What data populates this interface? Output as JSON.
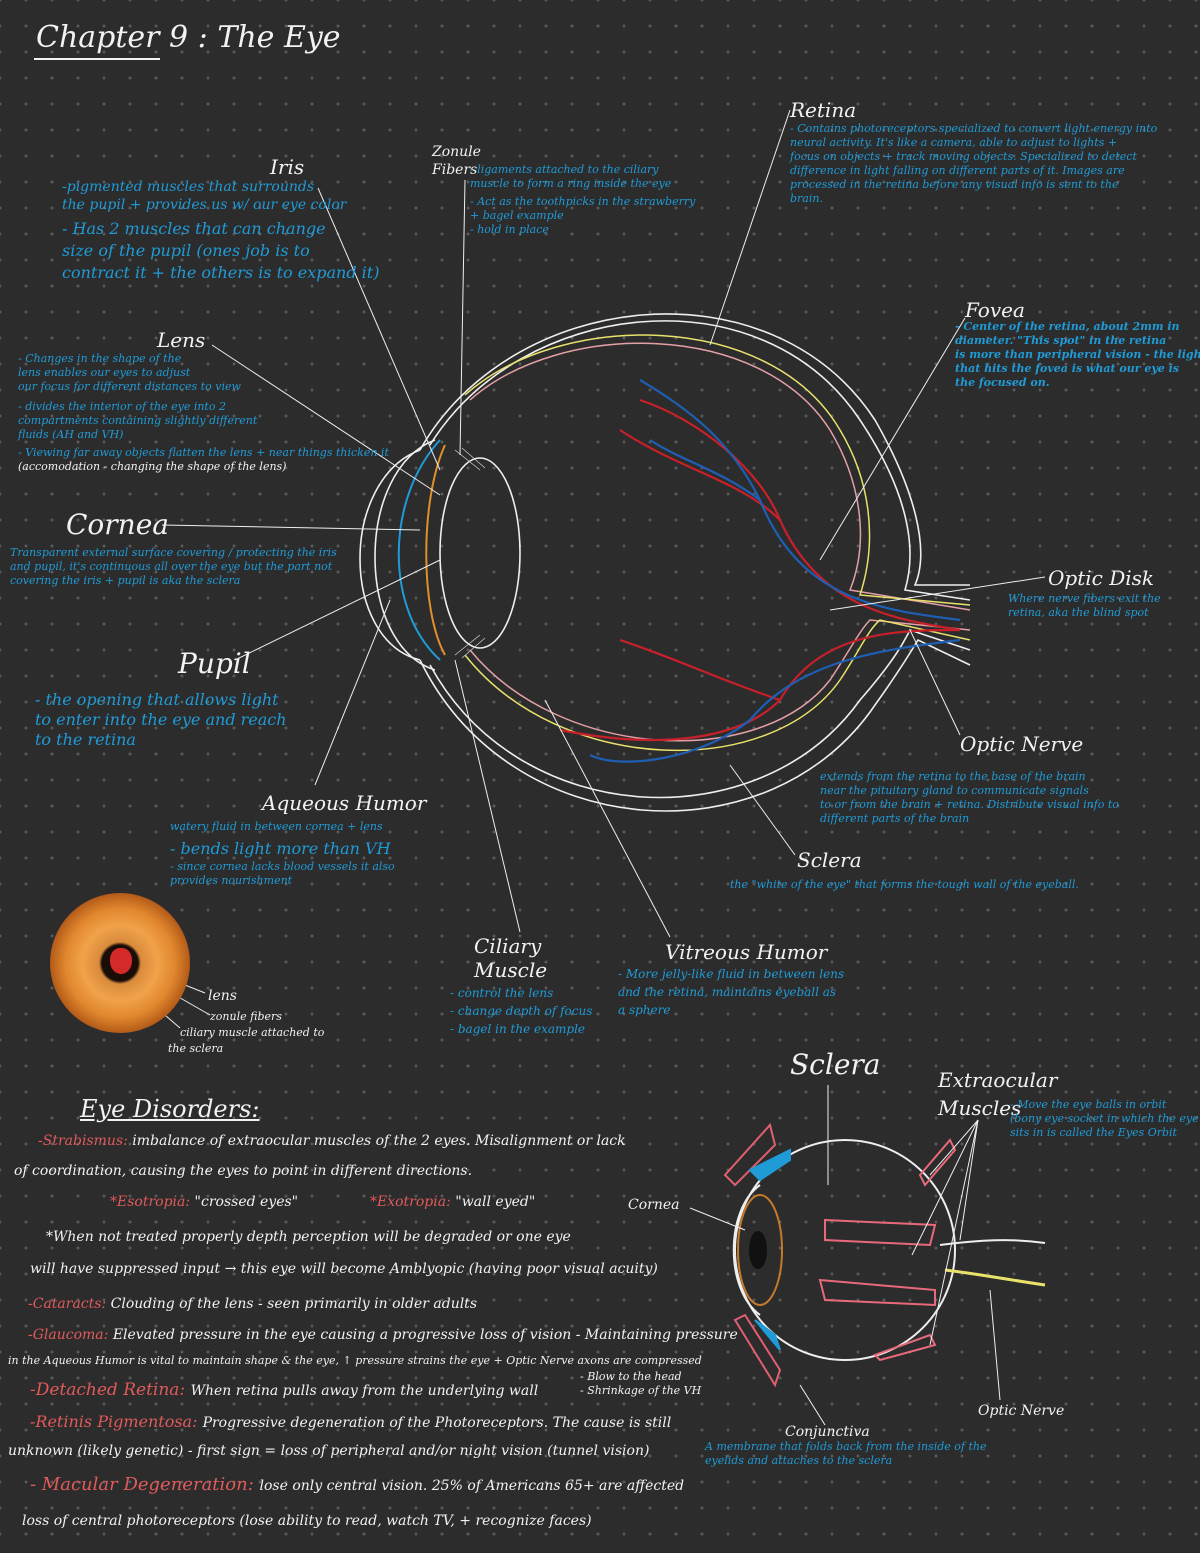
{
  "title": "Chapter 9 : The Eye",
  "colors": {
    "label": "#f2f2f2",
    "note": "#1f9bd6",
    "disorder": "#e05a5a",
    "vein": "#1e5fb3",
    "artery": "#c8202a",
    "retina_line": "#e8e26a"
  },
  "labels": {
    "iris": "Iris",
    "zonule": "Zonule Fibers",
    "retina": "Retina",
    "fovea": "Fovea",
    "lens": "Lens",
    "cornea": "Cornea",
    "pupil": "Pupil",
    "optic_disk": "Optic Disk",
    "optic_nerve": "Optic Nerve",
    "aqueous": "Aqueous Humor",
    "sclera": "Sclera",
    "ciliary": "Ciliary Muscle",
    "vitreous": "Vitreous Humor"
  },
  "notes": {
    "iris": [
      "-pigmented muscles that surrounds",
      "the pupil + provides us w/ our eye color",
      "- Has 2 muscles that can change",
      "size of the pupil (ones job is to",
      "contract it + the others is to expand it)"
    ],
    "zonule": [
      "- ligaments attached to the ciliary",
      "muscle to form a ring inside the eye",
      "- Act as the toothpicks in the strawberry",
      "+ bagel example",
      "- hold in place"
    ],
    "retina": [
      "- Contains photoreceptors specialized to convert light energy into",
      "neural activity. It's like a camera, able to adjust to lights +",
      "focus on objects + track moving objects. Specialized to detect",
      "difference in light falling on different parts of it. Images are",
      "processed in the retina before any visual info is sent to the",
      "brain."
    ],
    "fovea": [
      "- Center of the retina, about 2mm in",
      "diameter. \"This spot\" in the retina",
      "is more than peripheral vision - the light",
      "that hits the fovea is what our eye is",
      "the focused on."
    ],
    "lens": [
      "- Changes in the shape of the",
      "lens enables our eyes to adjust",
      "our focus for different distances to view",
      "- divides the interior of the eye into 2",
      "compartments containing slightly different",
      "fluids (AH and VH)",
      "- Viewing far away objects flatten the lens + near things thicken it",
      "(accomodation - changing the shape of the lens)"
    ],
    "cornea": [
      "Transparent external surface covering / protecting the iris",
      "and pupil, it's continuous all over the eye but the part not",
      "covering the iris + pupil is aka the sclera"
    ],
    "pupil": [
      "- the opening that allows light",
      "to enter into the eye and reach",
      "to the retina"
    ],
    "optic_disk": [
      "Where nerve fibers exit the",
      "retina, aka the blind spot"
    ],
    "optic_nerve": [
      "extends from the retina to the base of the brain",
      "near the pituitary gland to communicate signals",
      "to or from the brain + retina. Distribute visual info to",
      "different parts of the brain"
    ],
    "aqueous": [
      "watery fluid in between cornea + lens",
      "- bends light more than VH",
      "- since cornea lacks blood vessels it also",
      "provides nourishment"
    ],
    "sclera": [
      "the \"white of the eye\" that forms the tough wall of the eyeball."
    ],
    "ciliary": [
      "- control the lens",
      "- change depth of focus",
      "- bagel in the example"
    ],
    "vitreous": [
      "- More jelly-like fluid in between lens",
      "and the retina, maintains eyeball as",
      "a sphere"
    ]
  },
  "bagel_labels": {
    "lens": "lens",
    "zonule": "zonule fibers",
    "ciliary": "ciliary muscle attached to",
    "sclera": "the sclera"
  },
  "disorders": {
    "heading": "Eye Disorders:",
    "strabismus_term": "-Strabismus:",
    "strabismus_text": "imbalance of extraocular muscles of the 2 eyes. Misalignment or lack",
    "strabismus_text2": "of coordination, causing the eyes to point in different directions.",
    "esotropia_term": "*Esotropia:",
    "esotropia_text": "\"crossed eyes\"",
    "exotropia_term": "*Exotropia:",
    "exotropia_text": "\"wall eyed\"",
    "strabismus_note1": "*When not treated properly depth perception will be degraded or one eye",
    "strabismus_note2": "will have suppressed input → this eye will become Amblyopic (having poor visual acuity)",
    "cataracts_term": "-Cataracts:",
    "cataracts_text": "Clouding of the lens - seen primarily in older adults",
    "glaucoma_term": "-Glaucoma:",
    "glaucoma_text": "Elevated pressure in the eye causing a progressive loss of vision - Maintaining pressure",
    "glaucoma_text2": "in the Aqueous Humor is vital to maintain shape & the eye, ↑ pressure strains the eye + Optic Nerve axons are compressed",
    "detached_term": "-Detached Retina:",
    "detached_text": "When retina pulls away from the underlying wall",
    "detached_note1": "- Blow to the head",
    "detached_note2": "- Shrinkage of the VH",
    "rp_term": "-Retinis Pigmentosa:",
    "rp_text": "Progressive degeneration of the Photoreceptors. The cause is still",
    "rp_text2": "unknown (likely genetic) - first sign = loss of peripheral and/or night vision (tunnel vision)",
    "md_term": "- Macular Degeneration:",
    "md_text": "lose only central vision. 25% of Americans 65+ are affected",
    "md_text2": "loss of central photoreceptors (lose ability to read, watch TV, + recognize faces)"
  },
  "small_eye": {
    "sclera": "Sclera",
    "extraocular": "Extraocular",
    "muscles": "Muscles",
    "muscles_note1": "- Move the eye balls in orbit",
    "muscles_note2": "(bony eye socket in which the eye",
    "muscles_note3": "sits in is called the Eyes Orbit",
    "cornea": "Cornea",
    "optic_nerve": "Optic Nerve",
    "conjunctiva": "Conjunctiva",
    "conjunctiva_note1": "A membrane that folds back from the inside of the",
    "conjunctiva_note2": "eyelids and attaches to the sclera"
  }
}
